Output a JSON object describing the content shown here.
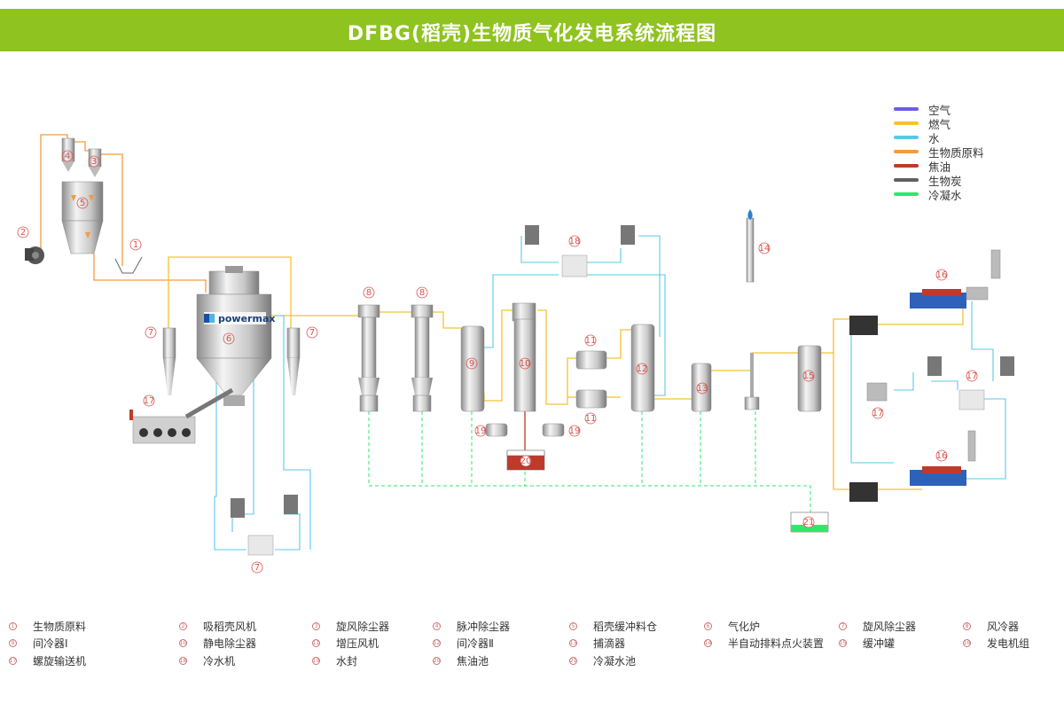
{
  "title": "DFBG(稻壳)生物质气化发电系统流程图",
  "colors": {
    "header": "#8fc31f",
    "air": "#6b5ce7",
    "gas": "#f4c430",
    "water": "#5bc8e8",
    "biomass": "#f39c3c",
    "tar": "#c0392b",
    "char": "#606060",
    "condensate": "#2ee86a",
    "label": "#d9534f"
  },
  "legend": [
    {
      "label": "空气",
      "color": "#6b5ce7"
    },
    {
      "label": "燃气",
      "color": "#f4c430"
    },
    {
      "label": "水",
      "color": "#5bc8e8"
    },
    {
      "label": "生物质原料",
      "color": "#f39c3c"
    },
    {
      "label": "焦油",
      "color": "#c0392b"
    },
    {
      "label": "生物炭",
      "color": "#606060"
    },
    {
      "label": "冷凝水",
      "color": "#2ee86a"
    }
  ],
  "brand": "powermax",
  "equipment_markers": [
    "1",
    "2",
    "3",
    "4",
    "5",
    "6",
    "7",
    "7",
    "7",
    "8",
    "8",
    "9",
    "10",
    "11",
    "11",
    "12",
    "13",
    "14",
    "15",
    "16",
    "16",
    "17",
    "17",
    "17",
    "18",
    "19",
    "19",
    "20",
    "21"
  ],
  "key": [
    {
      "num": "1",
      "label": "生物质原料"
    },
    {
      "num": "2",
      "label": "吸稻壳风机"
    },
    {
      "num": "3",
      "label": "旋风除尘器"
    },
    {
      "num": "4",
      "label": "脉冲除尘器"
    },
    {
      "num": "5",
      "label": "稻壳缓冲料仓"
    },
    {
      "num": "6",
      "label": "气化炉"
    },
    {
      "num": "7",
      "label": "旋风除尘器"
    },
    {
      "num": "8",
      "label": "风冷器"
    },
    {
      "num": "9",
      "label": "间冷器Ⅰ"
    },
    {
      "num": "10",
      "label": "静电除尘器"
    },
    {
      "num": "11",
      "label": "增压风机"
    },
    {
      "num": "12",
      "label": "间冷器Ⅱ"
    },
    {
      "num": "13",
      "label": "捕滴器"
    },
    {
      "num": "14",
      "label": "半自动排料点火装置"
    },
    {
      "num": "15",
      "label": "缓冲罐"
    },
    {
      "num": "16",
      "label": "发电机组"
    },
    {
      "num": "17",
      "label": "螺旋输送机"
    },
    {
      "num": "18",
      "label": "冷水机"
    },
    {
      "num": "19",
      "label": "水封"
    },
    {
      "num": "20",
      "label": "焦油池"
    },
    {
      "num": "21",
      "label": "冷凝水池"
    }
  ]
}
